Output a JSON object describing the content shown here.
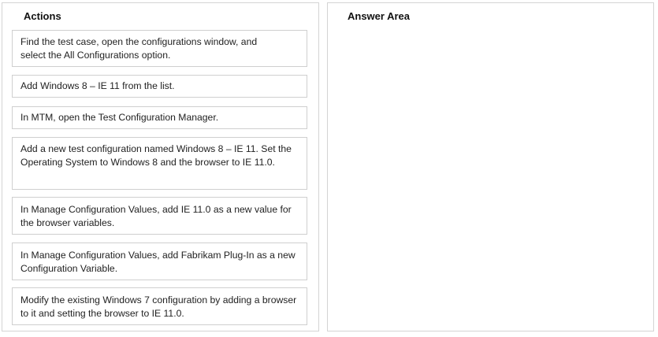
{
  "actions": {
    "title": "Actions",
    "items": [
      {
        "text": "Find the test case, open the configurations window, and select the All Configurations option."
      },
      {
        "text": "Add Windows 8 – IE 11 from the list."
      },
      {
        "text": "In MTM, open the Test Configuration Manager."
      },
      {
        "text": "Add a new test configuration named Windows 8 – IE 11. Set the Operating System to Windows 8 and the browser to IE 11.0."
      },
      {
        "text": "In Manage Configuration Values, add IE 11.0 as a new value for the browser variables."
      },
      {
        "text": "In Manage Configuration Values, add Fabrikam Plug-In as a new Configuration Variable."
      },
      {
        "text": "Modify the existing Windows 7 configuration by adding a browser to it and setting the browser to IE 11.0."
      }
    ]
  },
  "answer_area": {
    "title": "Answer Area"
  }
}
